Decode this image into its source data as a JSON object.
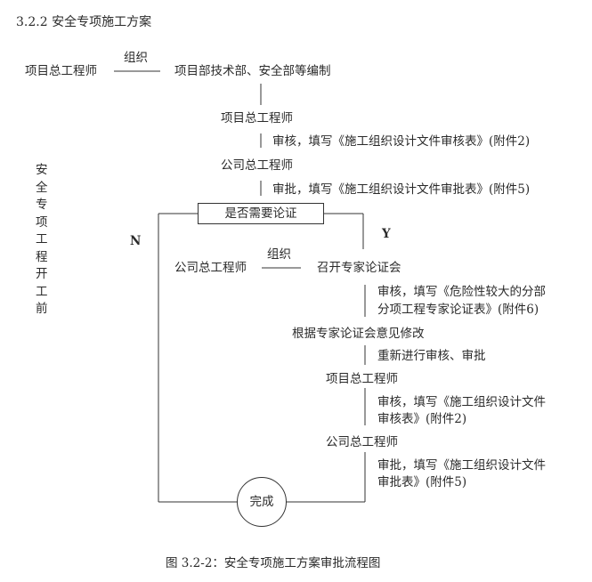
{
  "section_heading": "3.2.2  安全专项施工方案",
  "side_label": "安全专项工程开工前",
  "nodes": {
    "proj_chief_1": "项目总工程师",
    "organize_1": "组织",
    "tech_dept": "项目部技术部、安全部等编制",
    "proj_chief_2": "项目总工程师",
    "review_1": "审核，填写《施工组织设计文件审核表》(附件2)",
    "company_chief_1": "公司总工程师",
    "approve_1": "审批，填写《施工组织设计文件审批表》(附件5)",
    "decision": "是否需要论证",
    "no_label": "N",
    "yes_label": "Y",
    "company_chief_2": "公司总工程师",
    "organize_2": "组织",
    "expert_meeting": "召开专家论证会",
    "review_2_line1": "审核，填写《危险性较大的分部",
    "review_2_line2": "分项工程专家论证表》(附件6)",
    "modify": "根据专家论证会意见修改",
    "re_review": "重新进行审核、审批",
    "proj_chief_3": "项目总工程师",
    "review_3_line1": "审核，填写《施工组织设计文件",
    "review_3_line2": "审核表》(附件2)",
    "company_chief_3": "公司总工程师",
    "approve_3_line1": "审批，填写《施工组织设计文件",
    "approve_3_line2": "审批表》(附件5)",
    "complete": "完成"
  },
  "caption": "图 3.2-2：安全专项施工方案审批流程图"
}
